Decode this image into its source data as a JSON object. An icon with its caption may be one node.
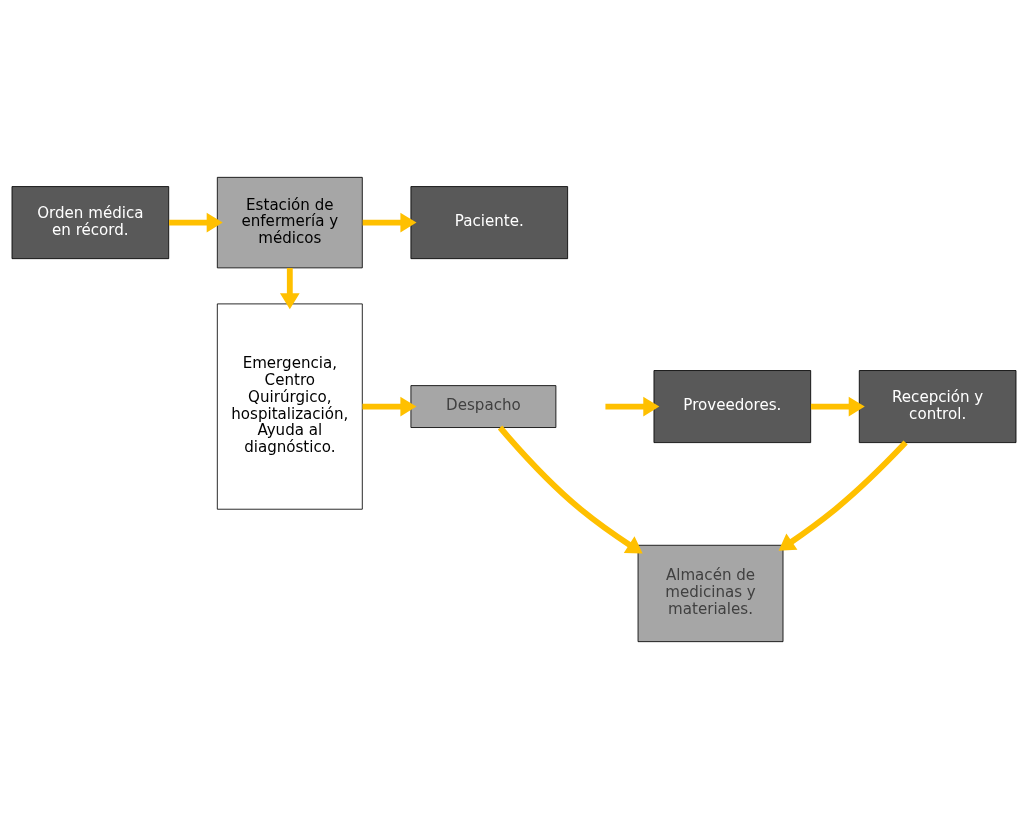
{
  "diagram": {
    "nodes": [
      {
        "text": [
          "Orden médica en récord."
        ]
      },
      {
        "text": [
          "Estación de enfermería y médicos"
        ]
      },
      {
        "text": [
          "Paciente."
        ]
      },
      {
        "text": [
          "Despacho"
        ]
      },
      {
        "text": [
          "Emergencia, Centro Quirúrgico, hospitalización, Ayuda al diagnóstico."
        ]
      },
      {
        "text": [
          "Almacén de medicinas y materiales."
        ]
      },
      {
        "text": [
          "Recepción y control."
        ]
      },
      {
        "text": [
          "Proveedores."
        ]
      }
    ],
    "edges": [
      {
        "from": 0,
        "to": 1,
        "arrow": "to"
      },
      {
        "from": 1,
        "to": 2,
        "arrow": "to"
      },
      {
        "from": 1,
        "to": 4,
        "arrow": "to"
      },
      {
        "from": 4,
        "to": 3,
        "arrow": "to"
      },
      {
        "from": 3,
        "to": 5,
        "arrow": "to"
      },
      {
        "from": 6,
        "to": 5,
        "arrow": "to"
      },
      {
        "from": 7,
        "to": 6,
        "arrow": "to"
      },
      {
        "from": null,
        "to": 7,
        "arrow": "to"
      }
    ]
  }
}
